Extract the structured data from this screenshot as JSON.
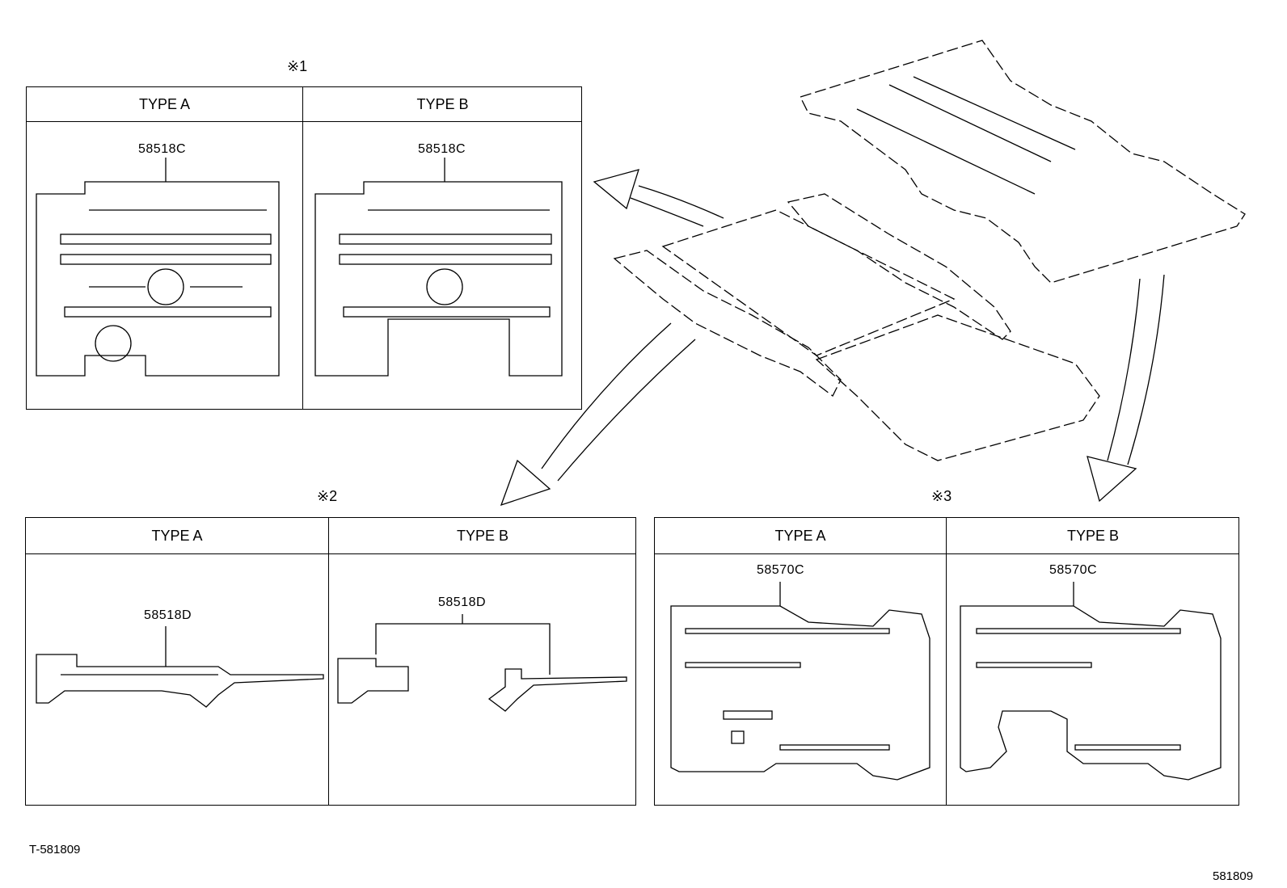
{
  "panels": [
    {
      "marker": "※1",
      "columns": [
        {
          "label": "TYPE A",
          "part": "58518C"
        },
        {
          "label": "TYPE B",
          "part": "58518C"
        }
      ]
    },
    {
      "marker": "※2",
      "columns": [
        {
          "label": "TYPE A",
          "part": "58518D"
        },
        {
          "label": "TYPE B",
          "part": "58518D"
        }
      ]
    },
    {
      "marker": "※3",
      "columns": [
        {
          "label": "TYPE A",
          "part": "58570C"
        },
        {
          "label": "TYPE B",
          "part": "58570C"
        }
      ]
    }
  ],
  "footer": {
    "left_code": "T-581809",
    "right_code": "581809"
  }
}
